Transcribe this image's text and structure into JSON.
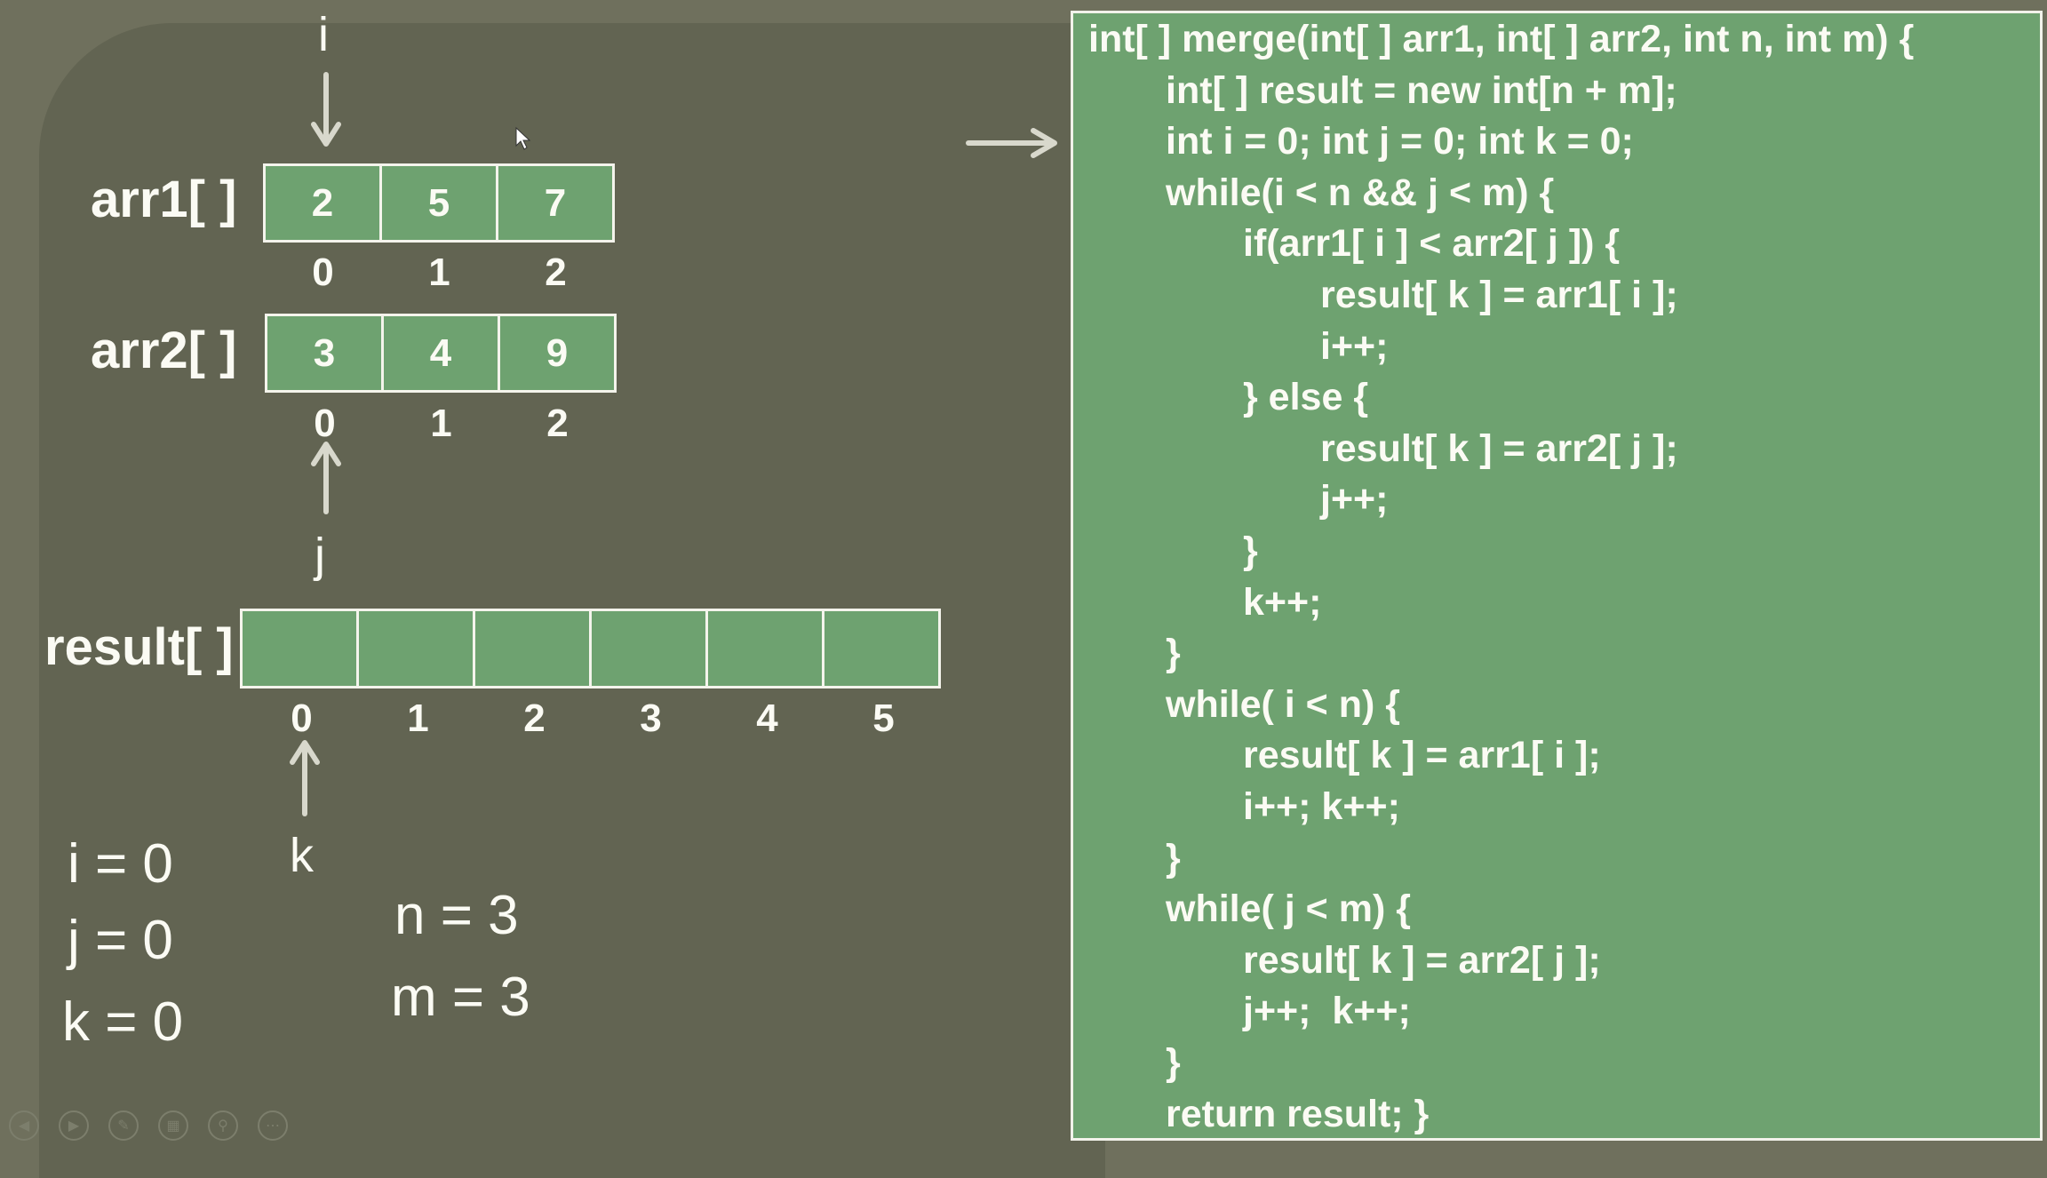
{
  "arrays": {
    "arr1": {
      "label": "arr1[ ]",
      "values": [
        "2",
        "5",
        "7"
      ],
      "indices": [
        "0",
        "1",
        "2"
      ]
    },
    "arr2": {
      "label": "arr2[ ]",
      "values": [
        "3",
        "4",
        "9"
      ],
      "indices": [
        "0",
        "1",
        "2"
      ]
    },
    "result": {
      "label": "result[ ]",
      "values": [
        "",
        "",
        "",
        "",
        "",
        ""
      ],
      "indices": [
        "0",
        "1",
        "2",
        "3",
        "4",
        "5"
      ]
    }
  },
  "pointers": {
    "i": "i",
    "j": "j",
    "k": "k"
  },
  "variables": {
    "i": "i = 0",
    "j": "j = 0",
    "k": "k = 0",
    "n": "n = 3",
    "m": "m = 3"
  },
  "code": [
    "int[ ] merge(int[ ] arr1, int[ ] arr2, int n, int m) {",
    "int[ ] result = new int[n + m];",
    "int i = 0; int j = 0; int k = 0;",
    "while(i < n && j < m) {",
    "if(arr1[ i ] < arr2[ j ]) {",
    "result[ k ] = arr1[ i ];",
    "i++;",
    "} else {",
    "result[ k ] = arr2[ j ];",
    "j++;",
    "}",
    "k++;",
    "}",
    "while( i < n) {",
    "result[ k ] = arr1[ i ];",
    "i++; k++;",
    "}",
    "while( j < m) {",
    "result[ k ] = arr2[ j ];",
    "j++;  k++;",
    "}",
    "return result; }"
  ],
  "code_indent": [
    0,
    1,
    1,
    1,
    2,
    3,
    3,
    2,
    3,
    3,
    2,
    2,
    1,
    1,
    2,
    2,
    1,
    1,
    2,
    2,
    1,
    1
  ],
  "colors": {
    "background": "#6f705d",
    "panel": "#626452",
    "green": "#6ea270",
    "text": "#fbfbf4"
  },
  "controls": [
    "previous-icon",
    "play-icon",
    "pen-icon",
    "slides-icon",
    "zoom-icon",
    "more-icon"
  ]
}
